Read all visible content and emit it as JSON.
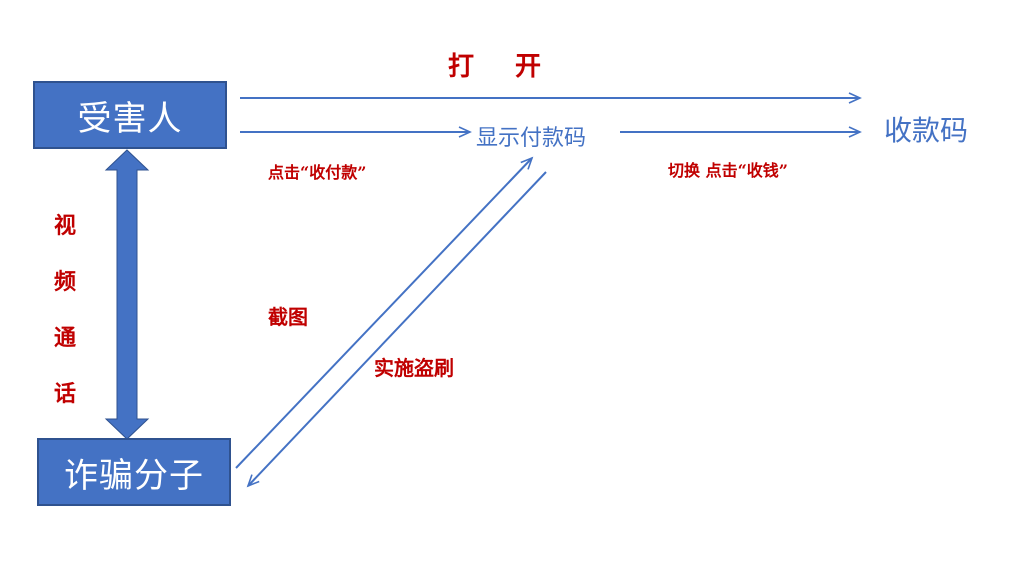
{
  "nodes": {
    "victim": "受害人",
    "fraudster": "诈骗分子",
    "show_payment_code": "显示付款码",
    "receive_code": "收款码"
  },
  "labels": {
    "open": "打 开",
    "click_pay": "点击“收付款”",
    "switch": "切换   点击“收钱”",
    "screenshot": "截图",
    "theft": "实施盗刷",
    "video_call": [
      "视",
      "频",
      "通",
      "话"
    ]
  },
  "colors": {
    "box_fill": "#4472c4",
    "arrow_blue": "#4472c4",
    "label_red": "#c00000"
  }
}
